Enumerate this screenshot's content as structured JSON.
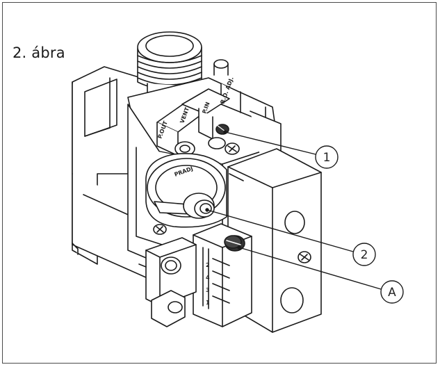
{
  "figure": {
    "caption": "2. ábra",
    "callouts": [
      {
        "id": "1",
        "label": "1"
      },
      {
        "id": "2",
        "label": "2"
      },
      {
        "id": "A",
        "label": "A"
      }
    ],
    "body_labels": {
      "p_out": "P.OUT",
      "vent": "VENT",
      "p_in": "P.IN",
      "ro_adj": "R.O. ADJ.",
      "prad": "PRADJ",
      "connector_1": "2",
      "connector_2": "4",
      "connector_3": "3",
      "connector_4": "1"
    }
  }
}
